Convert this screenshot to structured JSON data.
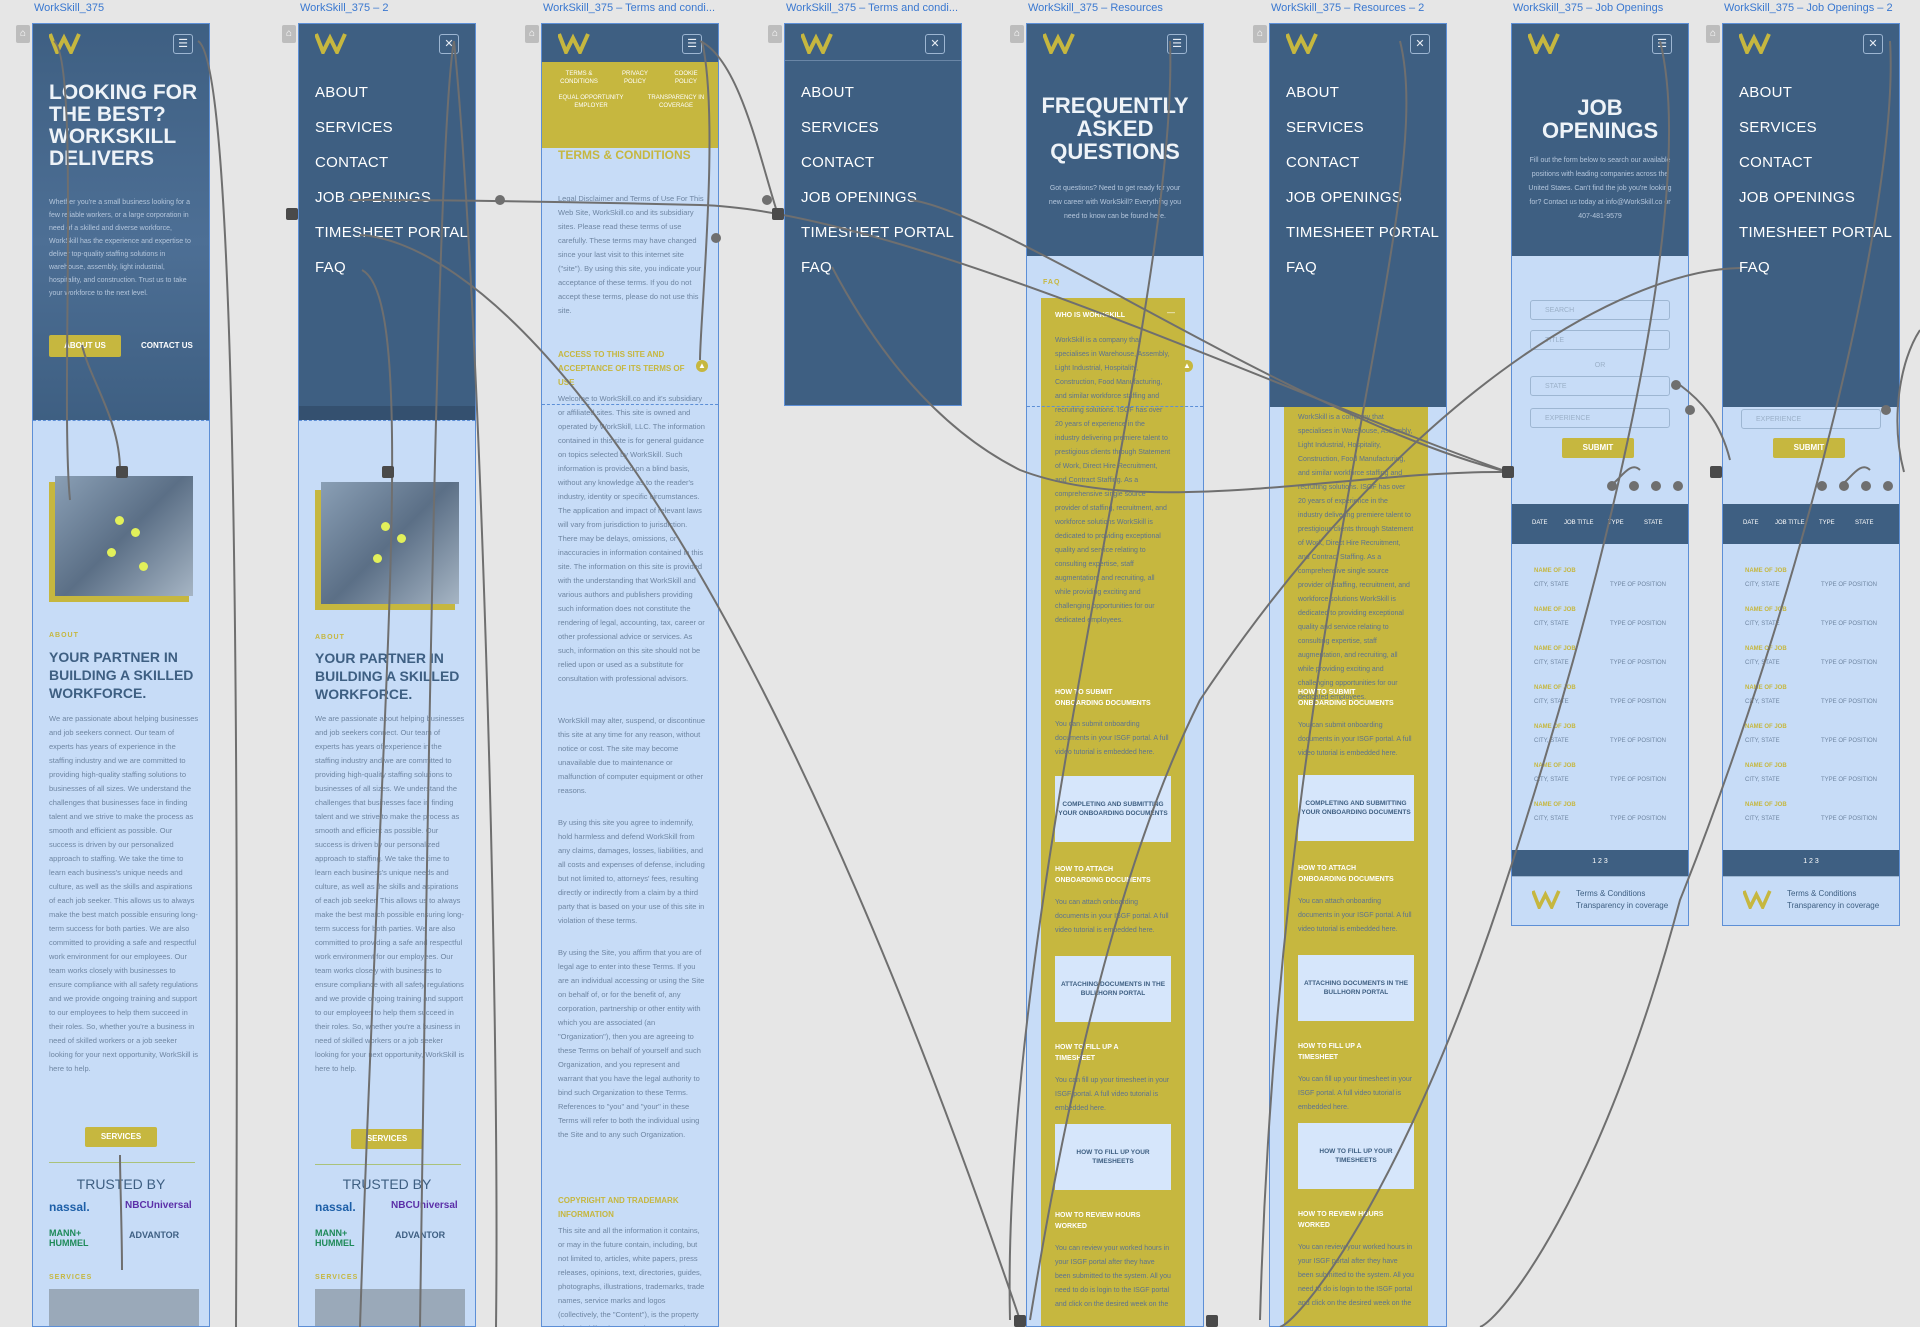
{
  "artboards": [
    {
      "title": "WorkSkill_375"
    },
    {
      "title": "WorkSkill_375 – 2"
    },
    {
      "title": "WorkSkill_375 – Terms and condi..."
    },
    {
      "title": "WorkSkill_375 – Terms and condi..."
    },
    {
      "title": "WorkSkill_375 – Resources"
    },
    {
      "title": "WorkSkill_375 – Resources – 2"
    },
    {
      "title": "WorkSkill_375 – Job Openings"
    },
    {
      "title": "WorkSkill_375 – Job Openings – 2"
    }
  ],
  "nav": {
    "items": [
      "ABOUT",
      "SERVICES",
      "CONTACT",
      "JOB OPENINGS",
      "TIMESHEET PORTAL",
      "FAQ"
    ]
  },
  "icons": {
    "menu": "☰",
    "close": "✕",
    "home": "⌂",
    "chevron_down": "▾",
    "arrow_up": "▲",
    "left_arrow": "<",
    "right_arrow": ">"
  },
  "home": {
    "hero_title": "LOOKING FOR THE BEST? WORKSKILL DELIVERS",
    "hero_text": "Whether you're a small business looking for a few reliable workers, or a large corporation in need of a skilled and diverse workforce, WorkSkill has the experience and expertise to deliver top-quality staffing solutions in warehouse, assembly, light industrial, hospitality, and construction. Trust us to take your workforce to the next level.",
    "about_button": "ABOUT US",
    "contact_button": "CONTACT US",
    "about_label": "ABOUT",
    "about_heading": "YOUR PARTNER IN BUILDING A SKILLED WORKFORCE.",
    "about_body": "We are passionate about helping businesses and job seekers connect. Our team of experts has years of experience in the staffing industry and we are committed to providing high-quality staffing solutions to businesses of all sizes. We understand the challenges that businesses face in finding talent and we strive to make the process as smooth and efficient as possible. Our success is driven by our personalized approach to staffing. We take the time to learn each business's unique needs and culture, as well as the skills and aspirations of each job seeker. This allows us to always make the best match possible ensuring long-term success for both parties. We are also committed to providing a safe and respectful work environment for our employees. Our team works closely with businesses to ensure compliance with all safety regulations and we provide ongoing training and support to our employees to help them succeed in their roles. So, whether you're a business in need of skilled workers or a job seeker looking for your next opportunity, WorkSkill is here to help.",
    "services_button": "SERVICES",
    "trusted_by": "TRUSTED BY",
    "logos": [
      "nassal.",
      "NBCUniversal",
      "MANN+ HUMMEL",
      "ADVANTOR"
    ],
    "services_label": "SERVICES"
  },
  "terms": {
    "top_links": [
      "TERMS & CONDITIONS",
      "PRIVACY POLICY",
      "COOKIE POLICY",
      "EQUAL OPPORTUNITY EMPLOYER",
      "TRANSPARENCY IN COVERAGE"
    ],
    "title": "TERMS & CONDITIONS",
    "intro": "Legal Disclaimer and Terms of Use For This Web Site, WorkSkill.co and its subsidiary sites. Please read these terms of use carefully. These terms may have changed since your last visit to this internet site (\"site\"). By using this site, you indicate your acceptance of these terms. If you do not accept these terms, please do not use this site.",
    "access_heading": "ACCESS TO THIS SITE AND ACCEPTANCE OF ITS TERMS OF USE",
    "access_body": "Welcome to WorkSkill.co and it's subsidiary or affiliated sites. This site is owned and operated by WorkSkill, LLC. The information contained in this site is for general guidance on topics selected by WorkSkill. Such information is provided on a blind basis, without any knowledge as to the reader's industry, identity or specific circumstances. The application and impact of relevant laws will vary from jurisdiction to jurisdiction. There may be delays, omissions, or inaccuracies in information contained in this site. The information on this site is provided with the understanding that WorkSkill and various authors and publishers providing such information does not constitute the rendering of legal, accounting, tax, career or other professional advice or services. As such, information on this site should not be relied upon or used as a substitute for consultation with professional advisors.",
    "p2": "WorkSkill may alter, suspend, or discontinue this site at any time for any reason, without notice or cost. The site may become unavailable due to maintenance or malfunction of computer equipment or other reasons.",
    "p3": "By using this site you agree to indemnify, hold harmless and defend WorkSkill from any claims, damages, losses, liabilities, and all costs and expenses of defense, including but not limited to, attorneys' fees, resulting directly or indirectly from a claim by a third party that is based on your use of this site in violation of these terms.",
    "p4": "By using the Site, you affirm that you are of legal age to enter into these Terms. If you are an individual accessing or using the Site on behalf of, or for the benefit of, any corporation, partnership or other entity with which you are associated (an \"Organization\"), then you are agreeing to these Terms on behalf of yourself and such Organization, and you represent and warrant that you have the legal authority to bind such Organization to these Terms. References to \"you\" and \"your\" in these Terms will refer to both the individual using the Site and to any such Organization.",
    "copyright_heading": "COPYRIGHT AND TRADEMARK INFORMATION",
    "copyright_body": "This site and all the information it contains, or may in the future contain, including, but not limited to, articles, white papers, press releases, opinions, text, directories, guides, photographs, illustrations, trademarks, trade names, service marks and logos (collectively, the \"Content\"), is the property of WorkSkill or it's respective owners, its parents, affiliates, subsidiaries, and"
  },
  "faq": {
    "hero_title": "FREQUENTLY ASKED QUESTIONS",
    "hero_text": "Got questions? Need to get ready for your new career with WorkSkill? Everything you need to know can be found here.",
    "label": "FAQ",
    "items": [
      {
        "q": "WHO IS WORKSKILL",
        "a": "WorkSkill is a company that specialises in Warehouse, Assembly, Light Industrial, Hospitality, Construction, Food Manufacturing, and similar workforce staffing and recruiting solutions. ISGF has over 20 years of experience in the industry delivering premiere talent to prestigious clients through Statement of Work, Direct Hire Recruitment, and Contract Staffing. As a comprehensive single source provider of staffing, recruitment, and workforce solutions WorkSkill is dedicated to providing exceptional quality and service relating to consulting expertise, staff augmentation, and recruiting, all while providing exciting and challenging opportunities for our dedicated employees."
      },
      {
        "q": "HOW TO SUBMIT ONBOARDING DOCUMENTS",
        "a": "You can submit onboarding documents in your ISGF portal. A full video tutorial is embedded here.",
        "video": "COMPLETING AND SUBMITTING YOUR ONBOARDING DOCUMENTS"
      },
      {
        "q": "HOW TO ATTACH ONBOARDING DOCUMENTS",
        "a": "You can attach onboarding documents in your ISGF portal. A full video tutorial is embedded here.",
        "video": "ATTACHING DOCUMENTS IN THE BULLHORN PORTAL"
      },
      {
        "q": "HOW TO FILL UP A TIMESHEET",
        "a": "You can fill up your timesheet in your ISGF portal. A full video tutorial is embedded here.",
        "video": "HOW TO FILL UP YOUR TIMESHEETS"
      },
      {
        "q": "HOW TO REVIEW HOURS WORKED",
        "a": "You can review your worked hours in your ISGF portal after they have been submitted to the system. All you need to do is login to the ISGF portal and click on the desired week on the"
      }
    ]
  },
  "jobs": {
    "hero_title": "JOB OPENINGS",
    "hero_text": "Fill out the form below to search our available positions with leading companies across the United States. Can't find the job you're looking for? Contact us today at info@WorkSkill.co or 407-481-9579",
    "search_placeholder": "SEARCH",
    "title_placeholder": "TITLE",
    "or": "OR",
    "state": "STATE",
    "experience": "EXPERIENCE",
    "submit": "SUBMIT",
    "columns": [
      "DATE",
      "JOB TITLE",
      "TYPE",
      "STATE"
    ],
    "rows": [
      {
        "name": "NAME OF JOB",
        "city": "CITY, STATE",
        "type": "TYPE OF POSITION"
      },
      {
        "name": "NAME OF JOB",
        "city": "CITY, STATE",
        "type": "TYPE OF POSITION"
      },
      {
        "name": "NAME OF JOB",
        "city": "CITY, STATE",
        "type": "TYPE OF POSITION"
      },
      {
        "name": "NAME OF JOB",
        "city": "CITY, STATE",
        "type": "TYPE OF POSITION"
      },
      {
        "name": "NAME OF JOB",
        "city": "CITY, STATE",
        "type": "TYPE OF POSITION"
      },
      {
        "name": "NAME OF JOB",
        "city": "CITY, STATE",
        "type": "TYPE OF POSITION"
      },
      {
        "name": "NAME OF JOB",
        "city": "CITY, STATE",
        "type": "TYPE OF POSITION"
      }
    ],
    "pagination": "1 2 3",
    "footer_links": [
      "Terms & Conditions",
      "Transparency in coverage"
    ]
  },
  "colors": {
    "canvas": "#e6e6e6",
    "navy": "#3e5f82",
    "light_blue": "#c7dcf7",
    "gold": "#c6b73f",
    "selection_blue": "#5d8fd6",
    "wire": "#6f6f6f"
  }
}
